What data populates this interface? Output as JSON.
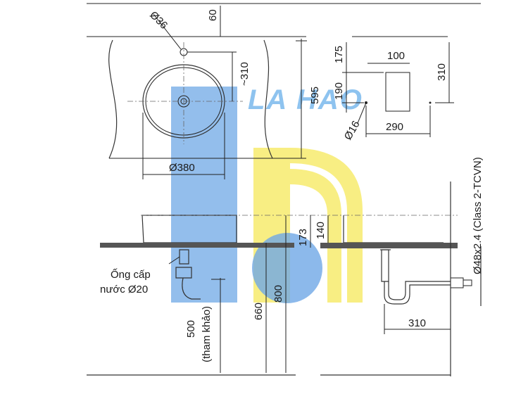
{
  "logo": {
    "text": "LA HAO",
    "colors": {
      "blue": "#6fa8e6",
      "yellow": "#f5e85a"
    }
  },
  "dimensions": {
    "drain_hole": "Ø36",
    "top_clearance": "60",
    "offset_310_approx": "~310",
    "overall_height_595": "595",
    "basin_diameter": "Ø380",
    "wall_175": "175",
    "wall_100": "100",
    "wall_310": "310",
    "wall_190": "190",
    "wall_pipe": "Ø16",
    "wall_290": "290",
    "basin_height_173": "173",
    "basin_depth_140": "140",
    "counter_height_660": "660",
    "counter_height_800": "800",
    "supply_height_500": "500",
    "supply_height_note": "(tham khảo)",
    "drain_pipe": "Ø48x2.4 (Class 2-TCVN)",
    "trap_offset_310": "310"
  },
  "labels": {
    "supply_line_1": "Ống cấp",
    "supply_line_2": "nước Ø20"
  }
}
